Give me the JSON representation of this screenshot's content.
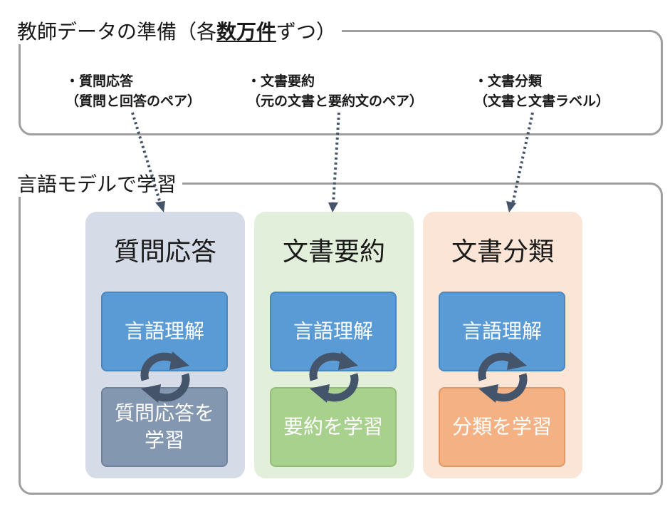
{
  "teacher_section": {
    "title_before": "教師データの準備（各",
    "title_emph": "数万件",
    "title_after": "ずつ）",
    "items": [
      {
        "label": "・質問応答",
        "detail": "（質問と回答のペア）"
      },
      {
        "label": "・文書要約",
        "detail": "（元の文書と要約文のペア）"
      },
      {
        "label": "・文書分類",
        "detail": "（文書と文書ラベル）"
      }
    ]
  },
  "model_section": {
    "title": "言語モデルで学習",
    "panels": [
      {
        "title": "質問応答",
        "top_box": "言語理解",
        "bottom_box": "質問応答を\n学習",
        "bg": "#d5dce8",
        "bottom_color": "#8497b0"
      },
      {
        "title": "文書要約",
        "top_box": "言語理解",
        "bottom_box": "要約を学習",
        "bg": "#e2efda",
        "bottom_color": "#a9d18e"
      },
      {
        "title": "文書分類",
        "top_box": "言語理解",
        "bottom_box": "分類を学習",
        "bg": "#fbe5d6",
        "bottom_color": "#f4b183"
      }
    ]
  },
  "colors": {
    "frame": "#9e9e9e",
    "arrow": "#44546a",
    "understanding_box": "#5b9bd5"
  }
}
